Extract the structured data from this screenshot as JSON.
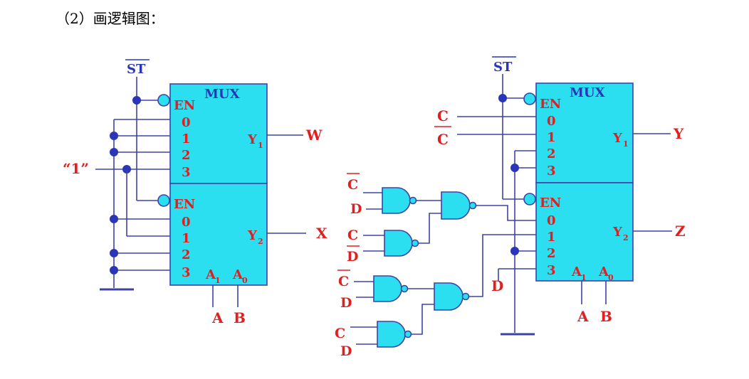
{
  "heading": "（2）画逻辑图：",
  "mux_title": "MUX",
  "enable_label": "EN",
  "strobe_label": "ST",
  "data_inputs": [
    "0",
    "1",
    "2",
    "3"
  ],
  "select_pins": {
    "a1": "A",
    "a1_sub": "1",
    "a0": "A",
    "a0_sub": "0"
  },
  "select_signals": {
    "high": "A",
    "low": "B"
  },
  "output_letter": "Y",
  "output_subs": {
    "upper": "1",
    "lower": "2"
  },
  "left_circuit": {
    "constant_input": "“1”",
    "output_upper": "W",
    "output_lower": "X"
  },
  "right_circuit": {
    "input_c": "C",
    "input_c_bar": "C",
    "output_upper": "Y",
    "output_lower": "Z",
    "input_d": "D",
    "gate_inputs": [
      {
        "top": "C",
        "top_bar": true,
        "bottom": "D",
        "bottom_bar": false
      },
      {
        "top": "C",
        "top_bar": false,
        "bottom": "D",
        "bottom_bar": true
      },
      {
        "top": "C",
        "top_bar": true,
        "bottom": "D",
        "bottom_bar": false
      },
      {
        "top": "C",
        "top_bar": false,
        "bottom": "D",
        "bottom_bar": false
      }
    ]
  }
}
